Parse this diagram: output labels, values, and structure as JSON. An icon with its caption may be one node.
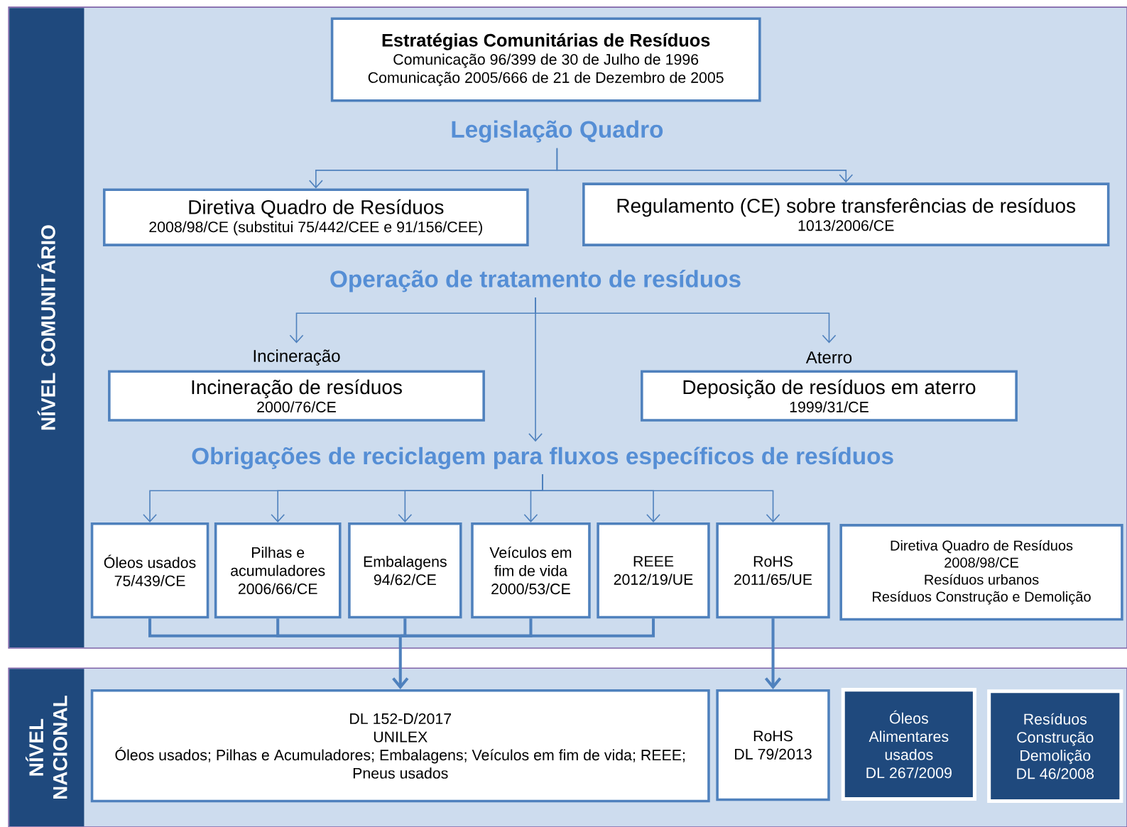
{
  "diagram": {
    "nodes": [
      {
        "text": [
          "NÍVEL COMUNITÁRIO"
        ]
      },
      {
        "text": [
          "Estratégias Comunitárias de Resíduos",
          "Comunicação 96/399 de 30 de Julho de 1996",
          "Comunicação 2005/666 de 21 de Dezembro de 2005"
        ],
        "in": 0
      },
      {
        "text": [
          "Legislação Quadro"
        ],
        "in": 0
      },
      {
        "text": [
          "Diretiva Quadro de Resíduos",
          "2008/98/CE (substitui 75/442/CEE e 91/156/CEE)"
        ],
        "in": 0
      },
      {
        "text": [
          "Regulamento (CE) sobre transferências de resíduos",
          "1013/2006/CE"
        ],
        "in": 0
      },
      {
        "text": [
          "Operação de tratamento de resíduos"
        ],
        "in": 0
      },
      {
        "text": [
          "Incineração",
          "Incineração de resíduos",
          "2000/76/CE"
        ],
        "in": 0
      },
      {
        "text": [
          "Aterro",
          "Deposição de resíduos em aterro",
          "1999/31/CE"
        ],
        "in": 0
      },
      {
        "text": [
          "Obrigações de reciclagem para fluxos específicos de resíduos"
        ],
        "in": 0
      },
      {
        "text": [
          "Óleos usados",
          "75/439/CE"
        ],
        "in": 0
      },
      {
        "text": [
          "Pilhas e acumuladores",
          "2006/66/CE"
        ],
        "in": 0
      },
      {
        "text": [
          "Embalagens",
          "94/62/CE"
        ],
        "in": 0
      },
      {
        "text": [
          "Veículos em fim de vida",
          "2000/53/CE"
        ],
        "in": 0
      },
      {
        "text": [
          "REEE",
          "2012/19/UE"
        ],
        "in": 0
      },
      {
        "text": [
          "RoHS",
          "2011/65/UE"
        ],
        "in": 0
      },
      {
        "text": [
          "Diretiva Quadro de Resíduos",
          "2008/98/CE",
          "Resíduos urbanos",
          "Resíduos Construção e Demolição"
        ],
        "in": 0
      },
      {
        "text": [
          "NÍVEL NACIONAL"
        ]
      },
      {
        "text": [
          "DL 152-D/2017",
          "UNILEX",
          "Óleos usados; Pilhas e Acumuladores; Embalagens; Veículos em fim de vida; REEE; Pneus usados"
        ],
        "in": 16
      },
      {
        "text": [
          "RoHS",
          "DL 79/2013"
        ],
        "in": 16
      },
      {
        "text": [
          "Óleos Alimentares usados",
          "DL 267/2009"
        ],
        "in": 16
      },
      {
        "text": [
          "Resíduos Construção Demolição",
          "DL 46/2008"
        ],
        "in": 16
      }
    ],
    "edges": [
      {
        "from": 2,
        "to": 3,
        "arrow": "to"
      },
      {
        "from": 2,
        "to": 4,
        "arrow": "to"
      },
      {
        "from": 5,
        "to": 6,
        "arrow": "to"
      },
      {
        "from": 5,
        "to": 7,
        "arrow": "to"
      },
      {
        "from": 5,
        "to": 8,
        "arrow": "to"
      },
      {
        "from": 8,
        "to": 9,
        "arrow": "to"
      },
      {
        "from": 8,
        "to": 10,
        "arrow": "to"
      },
      {
        "from": 8,
        "to": 11,
        "arrow": "to"
      },
      {
        "from": 8,
        "to": 12,
        "arrow": "to"
      },
      {
        "from": 8,
        "to": 13,
        "arrow": "to"
      },
      {
        "from": 8,
        "to": 14,
        "arrow": "to"
      },
      {
        "from": 9,
        "to": 17,
        "arrow": "to",
        "style": "thick"
      },
      {
        "from": 10,
        "to": 17,
        "arrow": "to",
        "style": "thick"
      },
      {
        "from": 11,
        "to": 17,
        "arrow": "to",
        "style": "thick"
      },
      {
        "from": 12,
        "to": 17,
        "arrow": "to",
        "style": "thick"
      },
      {
        "from": 13,
        "to": 17,
        "arrow": "to",
        "style": "thick"
      },
      {
        "from": 14,
        "to": 18,
        "arrow": "to",
        "style": "thick"
      }
    ]
  }
}
